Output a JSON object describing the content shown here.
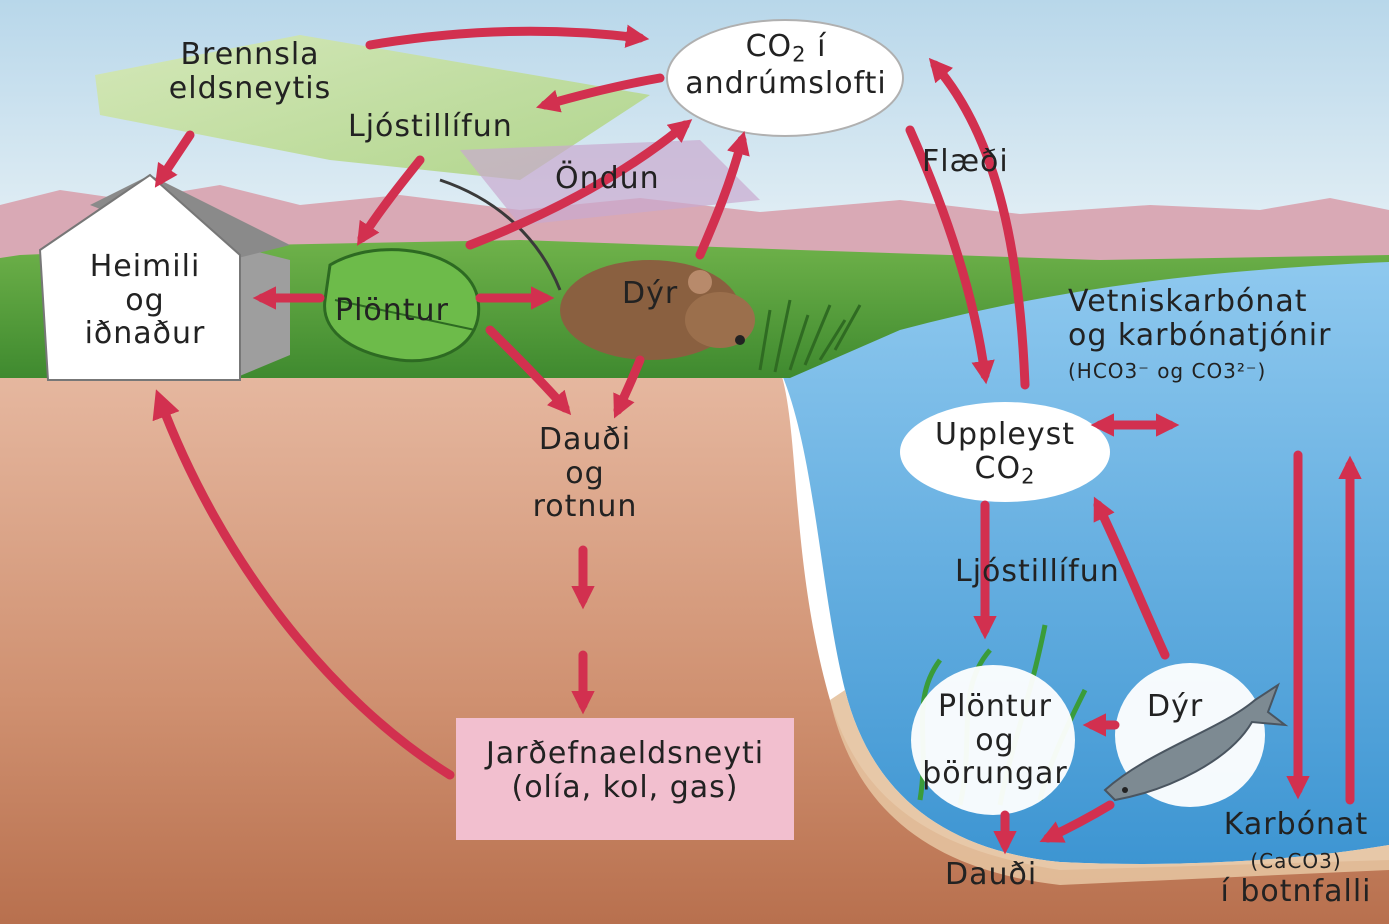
{
  "labels": {
    "co2_atmosphere_line1": "CO",
    "co2_atmosphere_sub": "2",
    "co2_atmosphere_line1_suffix": " í",
    "co2_atmosphere_line2": "andrúmslofti",
    "combustion_line1": "Brennsla",
    "combustion_line2": "eldsneytis",
    "photosynthesis_land": "Ljóstillífun",
    "respiration": "Öndun",
    "flow": "Flæði",
    "homes_line1": "Heimili",
    "homes_line2": "og",
    "homes_line3": "iðnaður",
    "plants_land": "Plöntur",
    "animals_land": "Dýr",
    "bicarbonate_line1": "Vetniskarbónat",
    "bicarbonate_line2": "og karbónatjónir",
    "bicarbonate_formula": "(HCO3⁻ og CO3²⁻)",
    "dissolved_line1": "Uppleyst",
    "dissolved_co2": "CO",
    "dissolved_sub": "2",
    "death_land_line1": "Dauði",
    "death_land_line2": "og",
    "death_land_line3": "rotnun",
    "photosynthesis_water": "Ljóstillífun",
    "plants_water_line1": "Plöntur",
    "plants_water_line2": "og",
    "plants_water_line3": "þörungar",
    "animals_water": "Dýr",
    "fossil_line1": "Jarðefnaeldsneyti",
    "fossil_line2": "(olía, kol, gas)",
    "death_water": "Dauði",
    "carbonate_line1": "Karbónat",
    "carbonate_line2": "(CaCO3)",
    "carbonate_line3": "í botnfalli"
  },
  "colors": {
    "sky": "#c9e0ee",
    "soil": "#d9a387",
    "grass": "#4f9a3a",
    "water": "#4aa3dc",
    "arrow": "#d2304f",
    "fossil_box": "#f2bfcf"
  }
}
